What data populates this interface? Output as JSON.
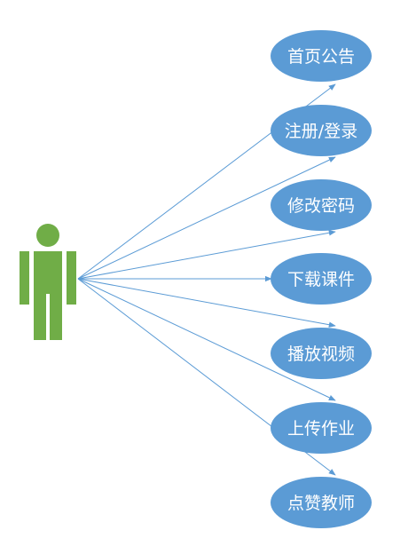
{
  "colors": {
    "actor": "#70ad47",
    "use_case_fill": "#5b9bd5",
    "connector": "#5b9bd5",
    "text": "#ffffff",
    "background": "#ffffff"
  },
  "actor": {
    "icon": "person-icon"
  },
  "use_cases": [
    {
      "id": "notice",
      "label": "首页公告"
    },
    {
      "id": "register-login",
      "label": "注册/登录"
    },
    {
      "id": "change-password",
      "label": "修改密码"
    },
    {
      "id": "download-courseware",
      "label": "下载课件"
    },
    {
      "id": "play-video",
      "label": "播放视频"
    },
    {
      "id": "upload-homework",
      "label": "上传作业"
    },
    {
      "id": "like-teacher",
      "label": "点赞教师"
    }
  ]
}
